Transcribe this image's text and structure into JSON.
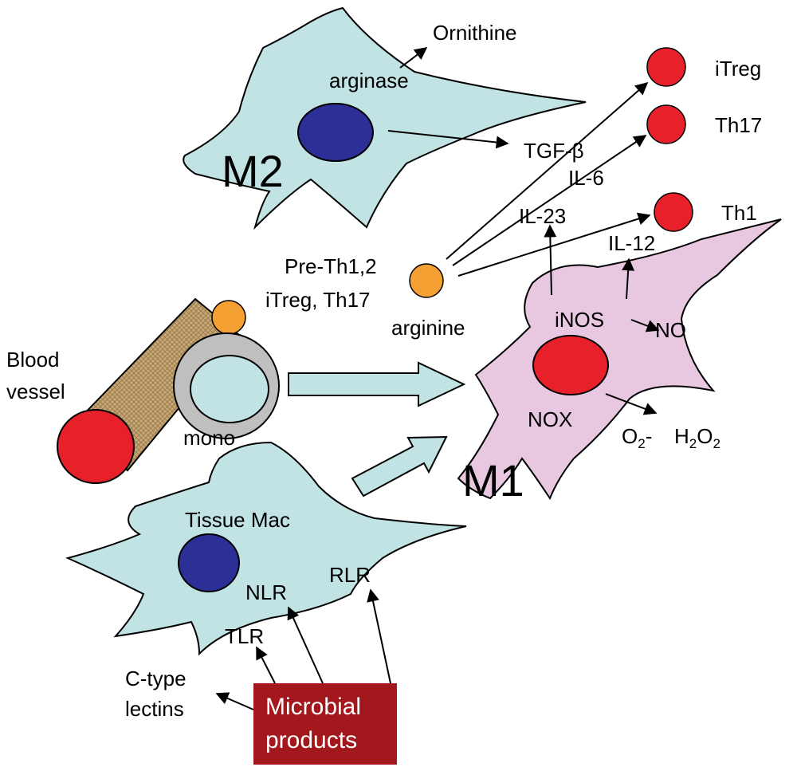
{
  "cells": {
    "m2": {
      "label": "M2",
      "enzyme": "arginase"
    },
    "m1": {
      "label": "M1",
      "enzyme_inos": "iNOS",
      "enzyme_nox": "NOX"
    },
    "tissue_mac": {
      "label": "Tissue Mac"
    },
    "mono": {
      "label": "mono"
    }
  },
  "blood_vessel": {
    "line1": "Blood",
    "line2": "vessel"
  },
  "molecules": {
    "ornithine": "Ornithine",
    "tgfb": "TGF-β",
    "il6": "IL-6",
    "il23": "IL-23",
    "il12": "IL-12",
    "no": "NO",
    "arginine": "arginine",
    "superoxide_main": "O",
    "superoxide_sub": "2",
    "superoxide_charge": "-",
    "h2o2_h": "H",
    "h2o2_sub1": "2",
    "h2o2_o": "O",
    "h2o2_sub2": "2"
  },
  "precursor": {
    "line1": "Pre-Th1,2",
    "line2": "iTreg, Th17"
  },
  "t_cells": [
    "iTreg",
    "Th17",
    "Th1"
  ],
  "receptors": {
    "nlr": "NLR",
    "rlr": "RLR",
    "tlr": "TLR",
    "ctype_line1": "C-type",
    "ctype_line2": "lectins"
  },
  "microbial": {
    "line1": "Microbial",
    "line2": "products"
  },
  "colors": {
    "macrophage": "#c1e3e3",
    "m1": "#e8c8e0",
    "nucleus": "#2b2f96",
    "red": "#e8202a",
    "orange": "#f5a033",
    "mono_ring": "#bfbfbf",
    "vessel": "#c8a876",
    "microbial_box": "#a3181d"
  }
}
